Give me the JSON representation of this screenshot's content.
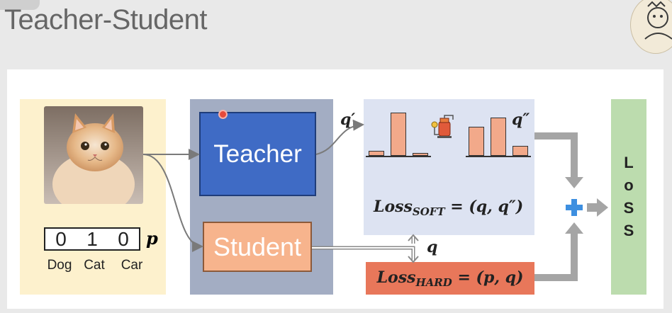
{
  "slide": {
    "title": "Teacher-Student"
  },
  "input": {
    "label_vector": [
      "0",
      "1",
      "0"
    ],
    "label_symbol": "p",
    "classes": [
      "Dog",
      "Cat",
      "Car"
    ]
  },
  "models": {
    "teacher": "Teacher",
    "student": "Student"
  },
  "soft": {
    "q_prime": "q′",
    "q_double_prime": "q″",
    "loss_name": "Loss",
    "loss_sub": "SOFT",
    "loss_rhs": " = (q, q″)",
    "teacher_probs": [
      0.1,
      0.9,
      0.05
    ],
    "softened_probs": [
      0.45,
      0.6,
      0.15
    ]
  },
  "hard": {
    "q_label": "q",
    "loss_name": "Loss",
    "loss_sub": "HARD",
    "loss_rhs": " = (p, q)"
  },
  "total_loss": {
    "letters": [
      "L",
      "o",
      "S",
      "S"
    ]
  },
  "colors": {
    "teacher": "#3f6bc5",
    "student": "#f7b48d",
    "soft_panel": "#dde3f2",
    "hard_loss": "#e8775a",
    "loss_column": "#bcdcae",
    "input_panel": "#fdf1cd",
    "plus": "#3d8fe0"
  },
  "icons": [
    "distillation-still-icon",
    "plus-icon",
    "author-avatar-icon",
    "cat-photo"
  ]
}
